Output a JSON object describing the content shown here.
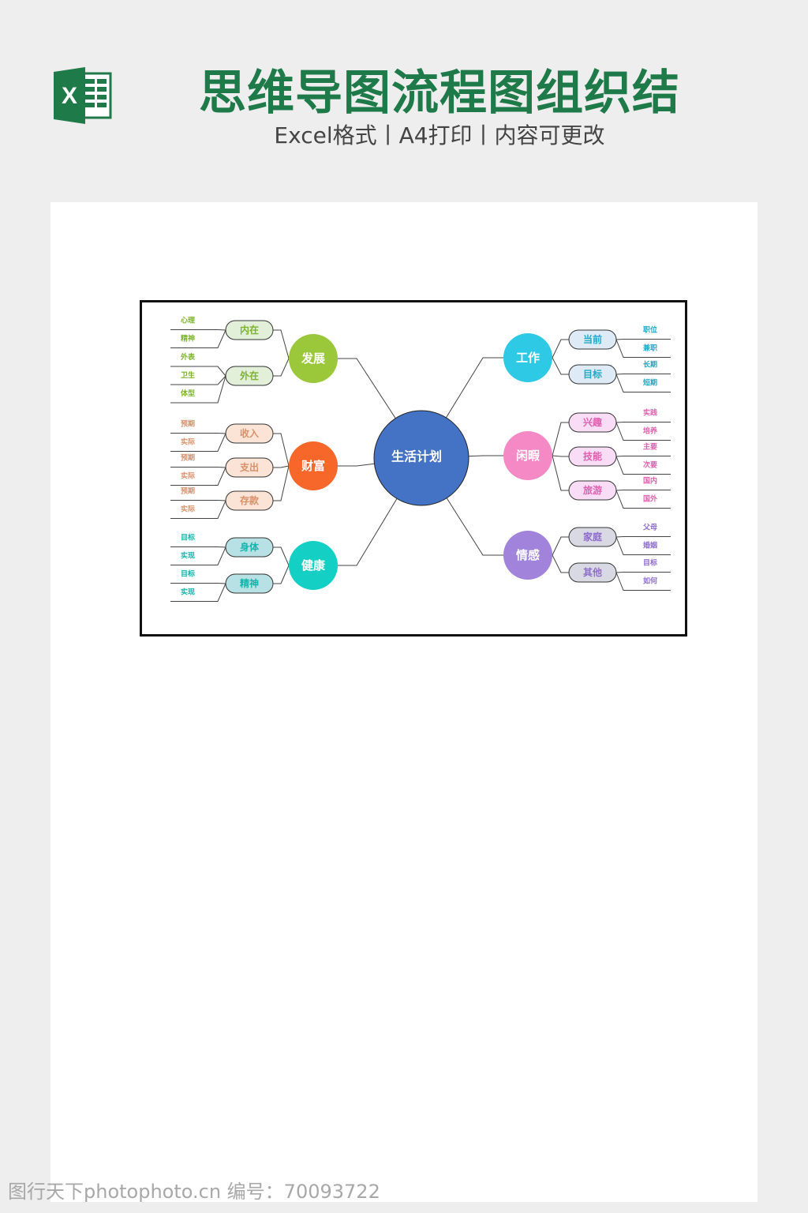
{
  "header": {
    "title": "思维导图流程图组织结",
    "subtitle": "Excel格式丨A4打印丨内容可更改"
  },
  "mindmap": {
    "center": {
      "label": "生活计划",
      "color": "#4472c4"
    },
    "branches": [
      {
        "label": "发展",
        "side": "left",
        "color": "#9ac83a",
        "pill_fill": "#e2efd9",
        "text_color": "#7cb32c",
        "children": [
          {
            "label": "内在",
            "leaves": [
              "心理",
              "精神"
            ]
          },
          {
            "label": "外在",
            "leaves": [
              "外表",
              "卫生",
              "体型"
            ]
          }
        ]
      },
      {
        "label": "财富",
        "side": "left",
        "color": "#f8672a",
        "pill_fill": "#fbe4d5",
        "text_color": "#d9906a",
        "children": [
          {
            "label": "收入",
            "leaves": [
              "预期",
              "实际"
            ]
          },
          {
            "label": "支出",
            "leaves": [
              "预期",
              "实际"
            ]
          },
          {
            "label": "存款",
            "leaves": [
              "预期",
              "实际"
            ]
          }
        ]
      },
      {
        "label": "健康",
        "side": "left",
        "color": "#13cfc4",
        "pill_fill": "#b7e1e4",
        "text_color": "#14b5ac",
        "children": [
          {
            "label": "身体",
            "leaves": [
              "目标",
              "实现"
            ]
          },
          {
            "label": "精神",
            "leaves": [
              "目标",
              "实现"
            ]
          }
        ]
      },
      {
        "label": "工作",
        "side": "right",
        "color": "#2ec9e4",
        "pill_fill": "#deebf7",
        "text_color": "#22a9c8",
        "children": [
          {
            "label": "当前",
            "leaves": [
              "职位",
              "兼职"
            ]
          },
          {
            "label": "目标",
            "leaves": [
              "长期",
              "短期"
            ]
          }
        ]
      },
      {
        "label": "闲暇",
        "side": "right",
        "color": "#f589c6",
        "pill_fill": "#f9dcf5",
        "text_color": "#df5fae",
        "children": [
          {
            "label": "兴趣",
            "leaves": [
              "实践",
              "培养"
            ]
          },
          {
            "label": "技能",
            "leaves": [
              "主要",
              "次要"
            ]
          },
          {
            "label": "旅游",
            "leaves": [
              "国内",
              "国外"
            ]
          }
        ]
      },
      {
        "label": "情感",
        "side": "right",
        "color": "#a183dc",
        "pill_fill": "#d9d9e3",
        "text_color": "#8e6ccc",
        "children": [
          {
            "label": "家庭",
            "leaves": [
              "父母",
              "婚姻"
            ]
          },
          {
            "label": "其他",
            "leaves": [
              "目标",
              "如何"
            ]
          }
        ]
      }
    ]
  },
  "watermark": "图行天下photophoto.cn 编号：70093722"
}
